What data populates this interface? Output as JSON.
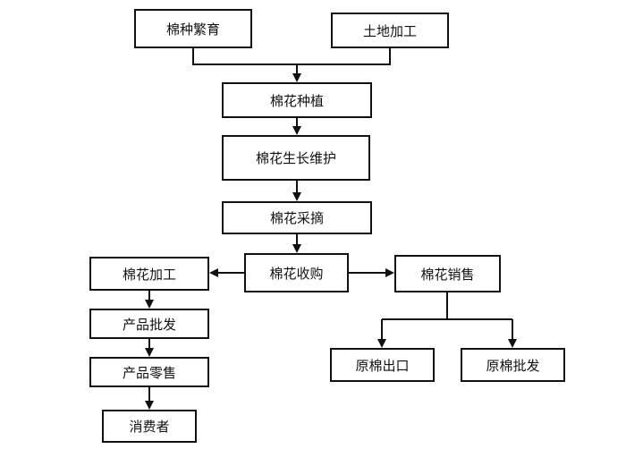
{
  "diagram": {
    "nodes": {
      "seed_breeding": "棉种繁育",
      "land_processing": "土地加工",
      "cotton_planting": "棉花种植",
      "growth_maintenance": "棉花生长维护",
      "cotton_picking": "棉花采摘",
      "cotton_purchase": "棉花收购",
      "cotton_processing": "棉花加工",
      "cotton_sales": "棉花销售",
      "product_wholesale": "产品批发",
      "product_retail": "产品零售",
      "consumer": "消费者",
      "raw_cotton_export": "原棉出口",
      "raw_cotton_wholesale": "原棉批发"
    },
    "edges": [
      [
        "seed_breeding",
        "cotton_planting"
      ],
      [
        "land_processing",
        "cotton_planting"
      ],
      [
        "cotton_planting",
        "growth_maintenance"
      ],
      [
        "growth_maintenance",
        "cotton_picking"
      ],
      [
        "cotton_picking",
        "cotton_purchase"
      ],
      [
        "cotton_purchase",
        "cotton_processing"
      ],
      [
        "cotton_purchase",
        "cotton_sales"
      ],
      [
        "cotton_processing",
        "product_wholesale"
      ],
      [
        "product_wholesale",
        "product_retail"
      ],
      [
        "product_retail",
        "consumer"
      ],
      [
        "cotton_sales",
        "raw_cotton_export"
      ],
      [
        "cotton_sales",
        "raw_cotton_wholesale"
      ]
    ]
  }
}
